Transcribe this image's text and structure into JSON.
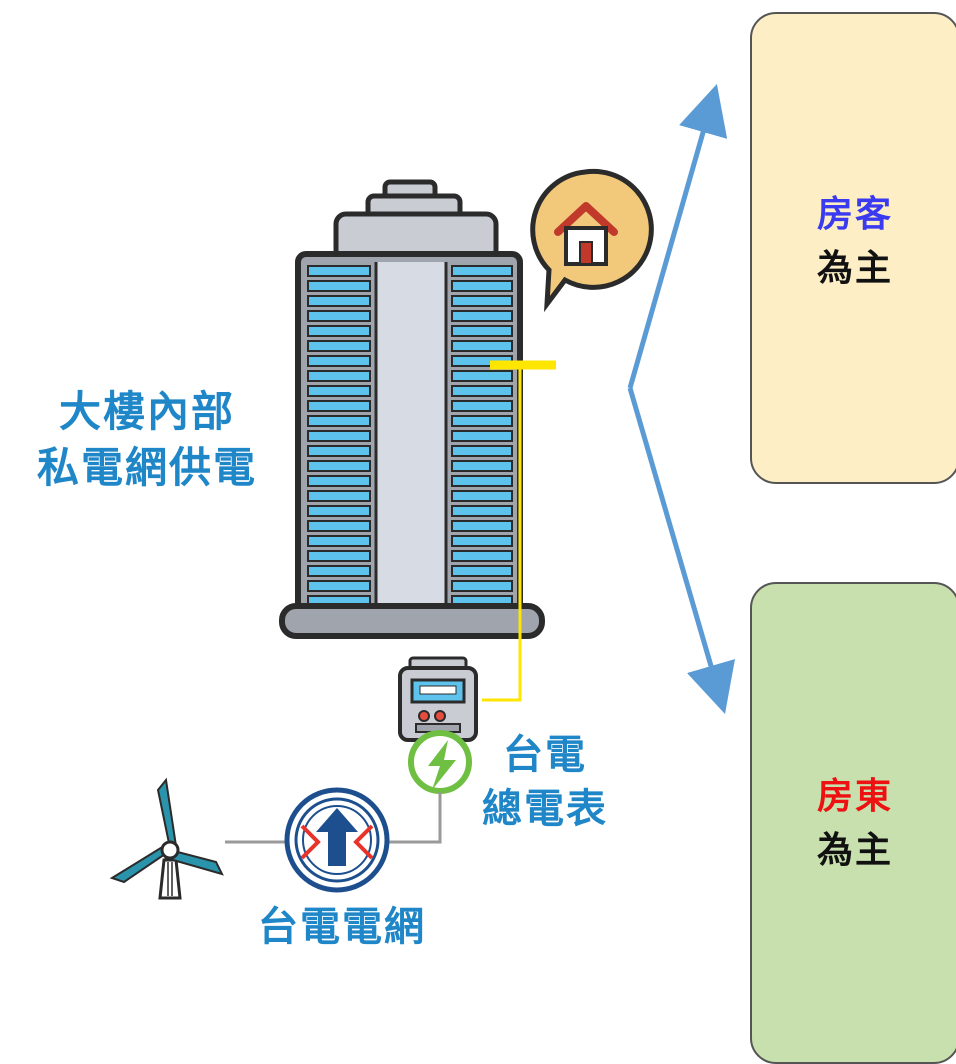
{
  "labels": {
    "building_line1": "大樓內部",
    "building_line2": "私電網供電",
    "meter_line1": "台電",
    "meter_line2": "總電表",
    "grid": "台電電網"
  },
  "boxes": {
    "tenant": {
      "highlight": "房客",
      "highlight_color": "#3a3af0",
      "rest": "為主",
      "fill": "#fdeec6"
    },
    "landlord": {
      "highlight": "房東",
      "highlight_color": "#ee1111",
      "rest": "為主",
      "fill": "#c7e0ae"
    }
  },
  "colors": {
    "label_blue": "#1f86c8",
    "arrow_blue": "#5b9bd5",
    "wire_yellow": "#ffe600",
    "window_blue": "#5ec3ec"
  },
  "icons": [
    "building-icon",
    "house-bubble-icon",
    "electric-meter-icon",
    "power-bolt-icon",
    "wind-turbine-icon",
    "taipower-logo-icon"
  ]
}
